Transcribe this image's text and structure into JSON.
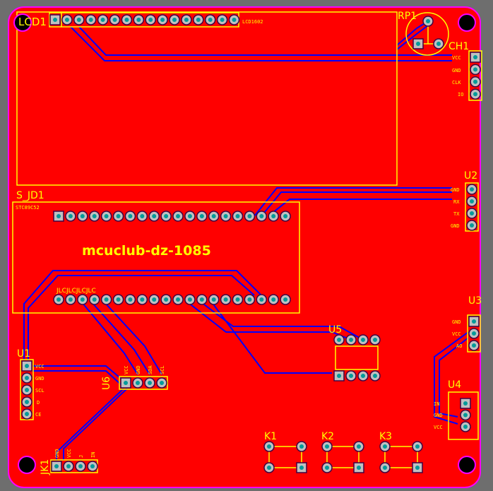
{
  "colors": {
    "board": "#ff0000",
    "outline": "#ff00ff",
    "silk": "#ffff00",
    "trace": "#0000ff",
    "pad": "#c0c0c0",
    "drill": "#009a9a",
    "hole": "#000000",
    "bg": "#6e6e6e"
  },
  "title": "mcuclub-dz-1085",
  "silk_text": "JLCJLCJLCJLC",
  "components": {
    "lcd1": {
      "ref": "LCD1",
      "value": "LCD1602"
    },
    "rp1": {
      "ref": "RP1"
    },
    "ch1": {
      "ref": "CH1",
      "pins": [
        "VCC",
        "GND",
        "CLK",
        "IO"
      ]
    },
    "u2": {
      "ref": "U2",
      "pins": [
        "GND",
        "RX",
        "TX",
        "GND"
      ]
    },
    "s_jd1": {
      "ref": "S_JD1",
      "value": "STC89C52"
    },
    "u1": {
      "ref": "U1",
      "pins": [
        "VCC",
        "GND",
        "SCL",
        "D",
        "CE"
      ]
    },
    "u6": {
      "ref": "U6",
      "pins": [
        "VCC",
        "GND",
        "SDA",
        "SCL"
      ]
    },
    "u5": {
      "ref": "U5"
    },
    "u3": {
      "ref": "U3",
      "pins": [
        "GND",
        "VCC",
        "AO"
      ]
    },
    "u4": {
      "ref": "U4",
      "pins": [
        "IN",
        "GND",
        "VCC"
      ]
    },
    "jk1": {
      "ref": "JK1",
      "pins": [
        "GND",
        "VCC",
        "J",
        "IN"
      ]
    },
    "k1": {
      "ref": "K1"
    },
    "k2": {
      "ref": "K2"
    },
    "k3": {
      "ref": "K3"
    }
  }
}
